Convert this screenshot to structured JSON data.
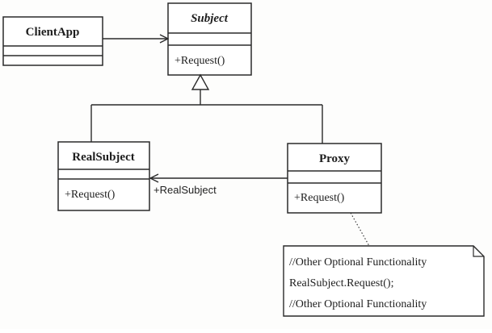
{
  "diagram": {
    "classes": {
      "client_app": {
        "name": "ClientApp",
        "members": []
      },
      "subject": {
        "name": "Subject",
        "abstract": true,
        "members": [
          "+Request()"
        ]
      },
      "real_subject": {
        "name": "RealSubject",
        "members": [
          "+Request()"
        ]
      },
      "proxy": {
        "name": "Proxy",
        "members": [
          "+Request()"
        ]
      }
    },
    "relations": {
      "client_to_subject": {
        "type": "dependency",
        "from": "ClientApp",
        "to": "Subject"
      },
      "realsubject_inherits": {
        "type": "generalization",
        "from": "RealSubject",
        "to": "Subject"
      },
      "proxy_inherits": {
        "type": "generalization",
        "from": "Proxy",
        "to": "Subject"
      },
      "proxy_to_realsubject": {
        "type": "association",
        "from": "Proxy",
        "to": "RealSubject",
        "label": "+RealSubject"
      }
    },
    "note": {
      "attached_to": "Proxy",
      "lines": [
        "//Other Optional Functionality",
        "RealSubject.Request();",
        "//Other Optional Functionality"
      ]
    },
    "colors": {
      "stroke": "#2a2a2a",
      "text": "#1e1e1e",
      "background": "#fdfdfc"
    }
  }
}
